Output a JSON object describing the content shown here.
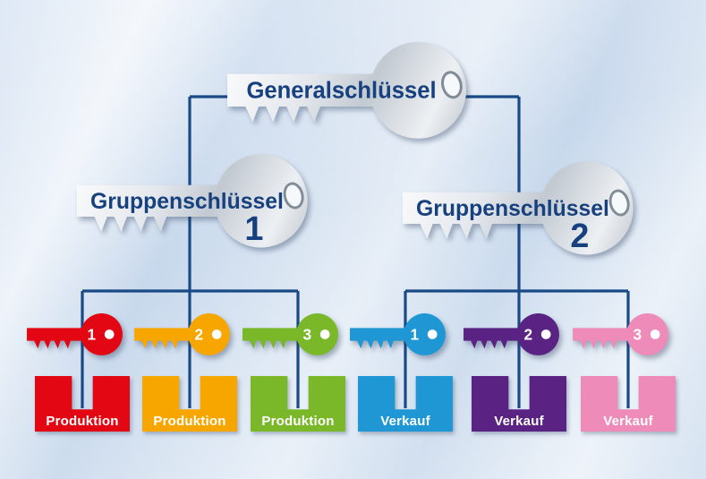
{
  "colors": {
    "line": "#1a4a86",
    "key_text": "#16407e",
    "hole_fill": "#f6f9fc",
    "hole_rim": "#828c97"
  },
  "master_key": {
    "label": "Generalschlüssel"
  },
  "group_keys": [
    {
      "label": "Gruppenschlüssel",
      "number": "1"
    },
    {
      "label": "Gruppenschlüssel",
      "number": "2"
    }
  ],
  "small_keys": [
    {
      "number": "1",
      "color": "#e30613"
    },
    {
      "number": "2",
      "color": "#f7a600"
    },
    {
      "number": "3",
      "color": "#7ab829"
    },
    {
      "number": "1",
      "color": "#1f97d4"
    },
    {
      "number": "2",
      "color": "#5a2383"
    },
    {
      "number": "3",
      "color": "#ee8bb9"
    }
  ],
  "locks": [
    {
      "label": "Produktion",
      "color": "#e30613"
    },
    {
      "label": "Produktion",
      "color": "#f7a600"
    },
    {
      "label": "Produktion",
      "color": "#7ab829"
    },
    {
      "label": "Verkauf",
      "color": "#1f97d4"
    },
    {
      "label": "Verkauf",
      "color": "#5a2383"
    },
    {
      "label": "Verkauf",
      "color": "#ee8bb9"
    }
  ]
}
